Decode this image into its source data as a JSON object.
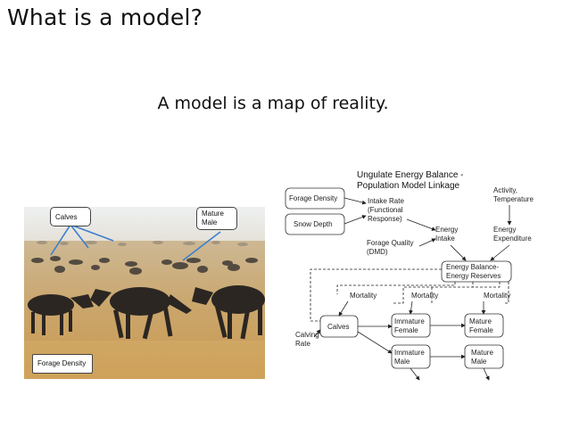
{
  "title": "What is a model?",
  "subtitle": "A model is a map of reality.",
  "photo": {
    "labels": {
      "calves": "Calves",
      "mature_male_1": "Mature",
      "mature_male_2": "Male",
      "forage_density": "Forage Density"
    }
  },
  "diagram": {
    "title_line1": "Ungulate Energy Balance -",
    "title_line2": "Population Model Linkage",
    "forage_density": "Forage Density",
    "snow_depth": "Snow Depth",
    "intake_rate_1": "Intake Rate",
    "intake_rate_2": "(Functional",
    "intake_rate_3": "Response)",
    "forage_quality_1": "Forage Quality",
    "forage_quality_2": "(DMD)",
    "activity_1": "Activity,",
    "activity_2": "Temperature",
    "energy_intake_1": "Energy",
    "energy_intake_2": "Intake",
    "energy_expenditure_1": "Energy",
    "energy_expenditure_2": "Expenditure",
    "energy_balance_1": "Energy Balance-",
    "energy_balance_2": "Energy Reserves",
    "mortality_1": "Mortality",
    "mortality_2": "Mortality",
    "mortality_3": "Mortality",
    "calving_1": "Calving",
    "calving_2": "Rate",
    "calves": "Calves",
    "immature_female_1": "Immature",
    "immature_female_2": "Female",
    "mature_female_1": "Mature",
    "mature_female_2": "Female",
    "immature_male_1": "Immature",
    "immature_male_2": "Male",
    "mature_male_1": "Mature",
    "mature_male_2": "Male"
  }
}
